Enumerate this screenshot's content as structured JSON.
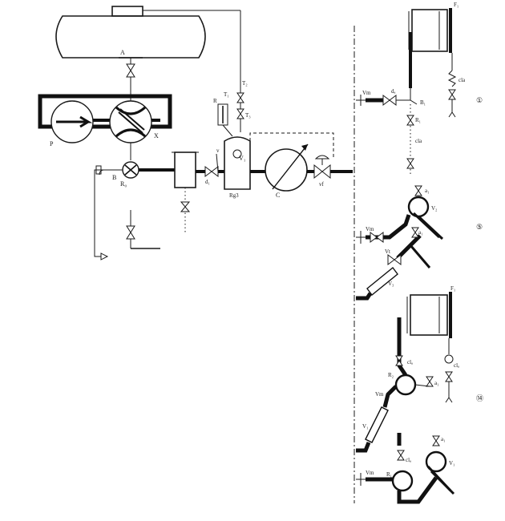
{
  "labels": {
    "tank_inlet": "A",
    "pump": "P",
    "valve_x": "X",
    "valve_r0": "R₀",
    "gauge_b": "B",
    "thermometer_t1": "T₁",
    "thermometer_t2": "T₂",
    "thermometer_t3": "T₃",
    "gauge_r": "R",
    "vessel_v1": "V₁",
    "vessel_tag": "Rg3",
    "valve_v1_label": "v",
    "valve_d1": "d₁",
    "meter_c": "C",
    "valve_vf": "vf",
    "d_top": "dₐ",
    "valve_vm1": "Vm",
    "valve_b1": "B₁",
    "valve_r1": "R₁",
    "cla": "cla",
    "drum_f1": "F₁",
    "vm_b": "Vm",
    "v2": "V₂",
    "a1": "a₁",
    "vm2": "Vm",
    "vt": "Vt",
    "v3": "V₃",
    "drum_f2": "F₁",
    "r2": "R₂",
    "cl2": "clₐ",
    "cla2": "clₐ",
    "vm3": "Vm",
    "v4": "V₁",
    "a2": "a₁",
    "r3": "R₁",
    "cl3": "clₐ",
    "a3": "a₁",
    "v5": "V₁",
    "vm4": "Vm",
    "panel_1": "①",
    "panel_2": "⑤",
    "panel_3": "⑭"
  },
  "icons": [
    "pump-icon",
    "four-way-valve-icon",
    "globe-valve-icon",
    "flow-meter-icon",
    "drum-icon"
  ]
}
